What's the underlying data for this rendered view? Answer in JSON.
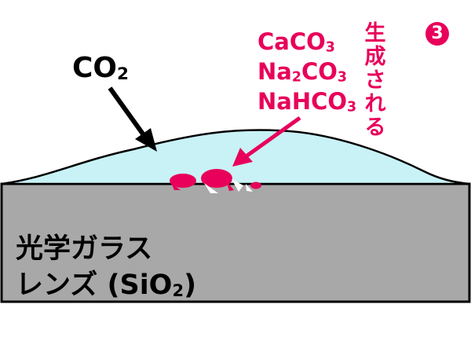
{
  "step_number": "3",
  "gas": {
    "main": "CO",
    "sub": "2"
  },
  "products": [
    {
      "parts": [
        [
          "CaCO",
          ""
        ],
        [
          "3",
          "sub"
        ]
      ]
    },
    {
      "parts": [
        [
          "Na",
          ""
        ],
        [
          "2",
          "sub"
        ],
        [
          "CO",
          ""
        ],
        [
          "3",
          "sub"
        ]
      ]
    },
    {
      "parts": [
        [
          "NaHCO",
          ""
        ],
        [
          "3",
          "sub"
        ]
      ]
    }
  ],
  "product1": {
    "main": "CaCO",
    "sub": "3"
  },
  "product2": {
    "a": "Na",
    "s1": "2",
    "b": "CO",
    "s2": "3"
  },
  "product3": {
    "main": "NaHCO",
    "sub": "3"
  },
  "generated_label_chars": [
    "生",
    "成",
    "さ",
    "れ",
    "る"
  ],
  "lens_label": {
    "line1": "光学ガラス",
    "line2_main": "レンズ (SiO",
    "line2_sub": "2",
    "line2_end": ")"
  },
  "colors": {
    "accent": "#e8005a",
    "water": "#c8f2f6",
    "glass": "#a8a8a8",
    "outline": "#000000"
  }
}
